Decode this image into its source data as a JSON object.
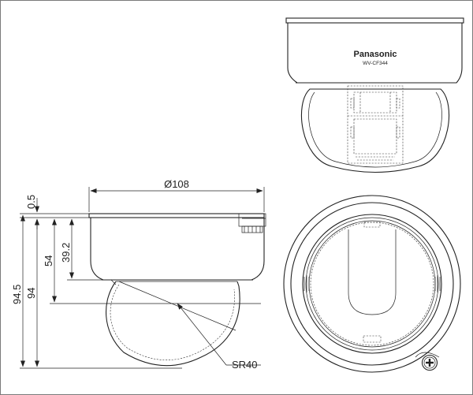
{
  "brand": "Panasonic",
  "model": "WV-CF344",
  "dimensions": {
    "diameter": "Ø108",
    "top_gap": "0.5",
    "housing_height": "39.2",
    "mid_height": "54",
    "total_height_a": "94.5",
    "total_height_b": "94",
    "dome_radius": "SR40"
  }
}
